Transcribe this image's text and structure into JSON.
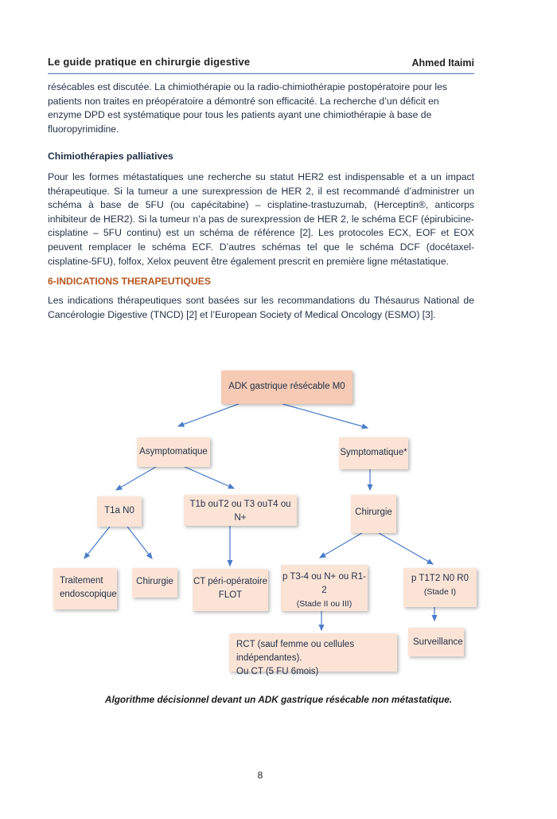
{
  "header": {
    "book_title": "Le guide pratique en chirurgie digestive",
    "author": "Ahmed Itaimi"
  },
  "body": {
    "p1": "résécables est discutée.  La chimiothérapie ou la radio-chimiothérapie postopératoire pour les patients non traites en préopératoire a démontré son efficacité. La recherche d’un déficit en enzyme DPD est systématique pour tous les patients ayant une chimiothérapie à base de fluoropyrimidine.",
    "heading_palliative": "Chimiothérapies palliatives",
    "p2": "Pour les formes métastatiques une recherche su statut HER2 est indispensable et a un impact thérapeutique. Si la tumeur a une surexpression de HER 2, il est recommandé d’administrer un schéma à base de 5FU (ou capécitabine) – cisplatine-trastuzumab, (Herceptin®, anticorps inhibiteur de HER2). Si la tumeur n’a pas de surexpression de HER 2, le schéma ECF (épirubicine- cisplatine – 5FU continu) est un schéma de référence [2]. Les protocoles ECX, EOF et EOX peuvent remplacer le schéma ECF. D’autres schémas tel que le schéma DCF (docétaxel-cisplatine-5FU), folfox, Xelox peuvent être également prescrit en première ligne métastatique.",
    "heading_indications": "6-INDICATIONS THERAPEUTIQUES",
    "p3": "Les indications thérapeutiques sont basées sur les recommandations du Thésaurus National de Cancérologie Digestive (TNCD) [2] et l’European Society of Medical Oncology (ESMO) [3]."
  },
  "flowchart": {
    "root": "ADK gastrique résécable M0",
    "asymptomatique": "Asymptomatique",
    "symptomatique": "Symptomatique*",
    "t1a": "T1a N0",
    "t1b": "T1b ouT2 ou T3 ouT4 ou N+",
    "chirurgie_right": "Chirurgie",
    "traitement_line1": "Traitement",
    "traitement_line2": "endoscopique",
    "chirurgie_left": "Chirurgie",
    "ct_line1": "CT péri-opératoire",
    "ct_line2": "FLOT",
    "pt3_line1": "p T3-4 ou N+ ou R1-2",
    "pt3_line2": "(Stade II ou III)",
    "pt1_line1": "p T1T2 N0 R0",
    "pt1_line2": "(Stade I)",
    "rct_line1": "RCT (sauf femme ou cellules indépendantes).",
    "rct_line2": "Ou   CT (5 FU 6mois)",
    "surveillance": "Surveillance"
  },
  "caption": "Algorithme décisionnel devant un ADK gastrique résécable non métastatique.",
  "page_number": "8",
  "colors": {
    "node_fill": "#fbe4d6",
    "root_fill": "#f6cab4",
    "arrow": "#4a7cc9",
    "heading_orange": "#b6561e",
    "header_rule": "#4f78b8"
  }
}
